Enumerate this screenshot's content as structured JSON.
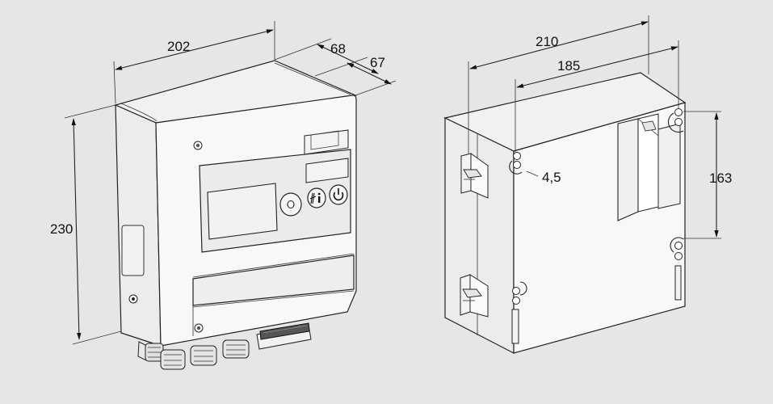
{
  "front_view": {
    "dimensions": {
      "width": "202",
      "depth_outer": "68",
      "depth_inner": "67",
      "height": "230"
    }
  },
  "rear_view": {
    "dimensions": {
      "width_outer": "210",
      "hole_spacing_horizontal": "185",
      "hole_diameter": "4,5",
      "hole_spacing_vertical": "163"
    }
  },
  "colors": {
    "background": "#e6e6e6",
    "housing": "#f7f7f7",
    "side": "#ebebeb",
    "line": "#222222"
  }
}
